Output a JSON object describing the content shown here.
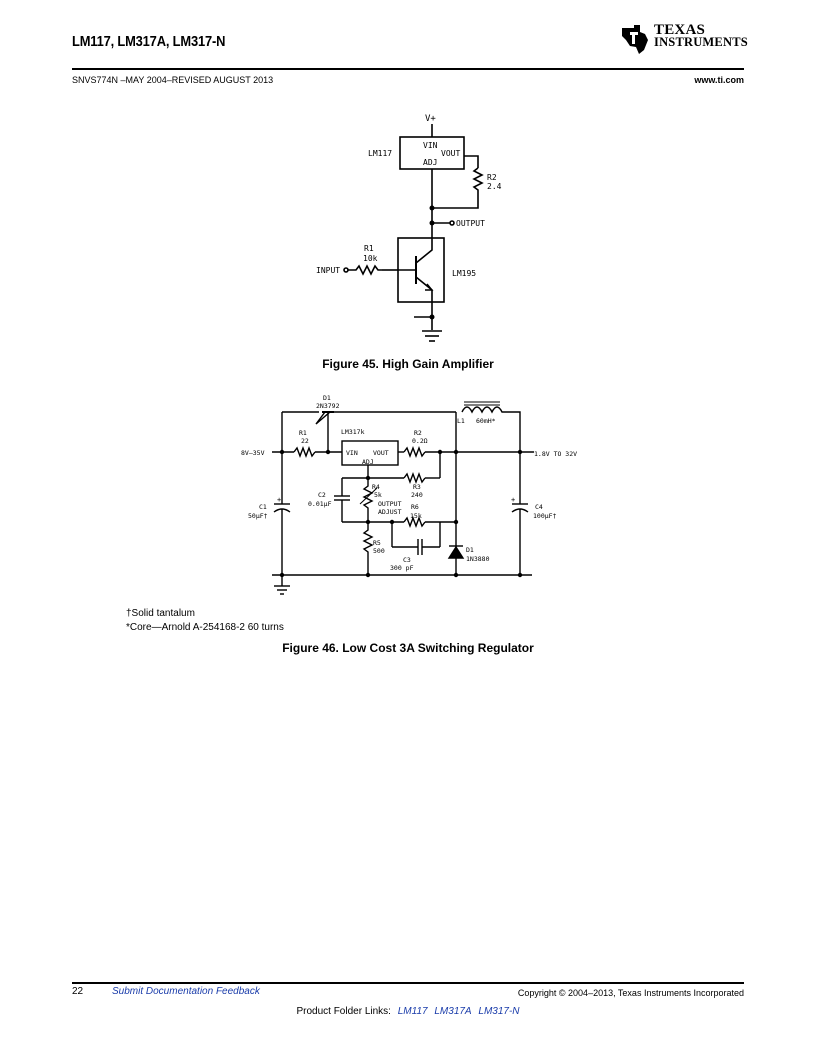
{
  "header": {
    "title": "LM117, LM317A, LM317-N",
    "doc_number": "SNVS774N –MAY 2004–REVISED AUGUST 2013",
    "website": "www.ti.com",
    "logo_line1": "TEXAS",
    "logo_line2": "INSTRUMENTS"
  },
  "figure45": {
    "caption": "Figure 45.  High Gain Amplifier",
    "labels": {
      "vplus": "V+",
      "lm117": "LM117",
      "vin": "VIN",
      "vout": "VOUT",
      "adj": "ADJ",
      "r2": "R2",
      "r2_val": "2.4",
      "output": "OUTPUT",
      "r1": "R1",
      "r1_val": "10k",
      "input": "INPUT",
      "lm195": "LM195"
    }
  },
  "figure46": {
    "caption": "Figure 46.  Low Cost 3A Switching Regulator",
    "labels": {
      "d1_top": "D1",
      "d1_part": "2N3792",
      "l1": "L1",
      "l1_val": "60mH*",
      "r1": "R1",
      "r1_val": "22",
      "lm317": "LM317k",
      "vin_range": "8V–35V",
      "vin": "VIN",
      "vout": "VOUT",
      "adj": "ADJ",
      "r2": "R2",
      "r2_val": "0.2Ω",
      "out_range": "1.8V TO 32V",
      "c2": "C2",
      "c2_val": "0.01µF",
      "r4": "R4",
      "r4_val": "5k",
      "r3": "R3",
      "r3_val": "240",
      "output_adjust_1": "OUTPUT",
      "output_adjust_2": "ADJUST",
      "c1": "C1",
      "c1_val": "50µF†",
      "r6": "R6",
      "r6_val": "15k",
      "c4": "C4",
      "c4_val": "100µF†",
      "r5": "R5",
      "r5_val": "500",
      "c3": "C3",
      "c3_val": "300 pF",
      "d1": "D1",
      "d1_val": "1N3880"
    },
    "notes": [
      "†Solid tantalum",
      "*Core—Arnold A-254168-2 60 turns"
    ]
  },
  "footer": {
    "page_number": "22",
    "feedback_link": "Submit Documentation Feedback",
    "copyright": "Copyright © 2004–2013, Texas Instruments Incorporated",
    "folder_label": "Product Folder Links:",
    "folder_links": [
      "LM117",
      "LM317A",
      "LM317-N"
    ]
  }
}
